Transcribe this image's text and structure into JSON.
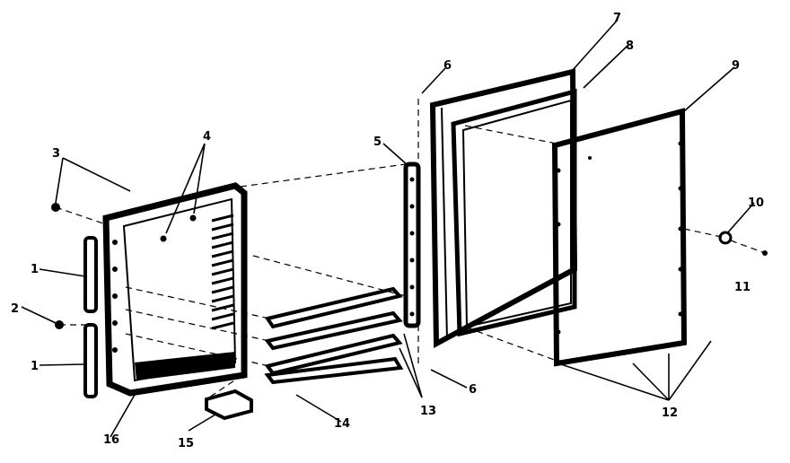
{
  "diagram": {
    "callouts": [
      {
        "id": "c1a",
        "label": "1"
      },
      {
        "id": "c1b",
        "label": "1"
      },
      {
        "id": "c2",
        "label": "2"
      },
      {
        "id": "c3",
        "label": "3"
      },
      {
        "id": "c4",
        "label": "4"
      },
      {
        "id": "c5",
        "label": "5"
      },
      {
        "id": "c6a",
        "label": "6"
      },
      {
        "id": "c6b",
        "label": "6"
      },
      {
        "id": "c7",
        "label": "7"
      },
      {
        "id": "c8",
        "label": "8"
      },
      {
        "id": "c9",
        "label": "9"
      },
      {
        "id": "c10",
        "label": "10"
      },
      {
        "id": "c11",
        "label": "11"
      },
      {
        "id": "c12",
        "label": "12"
      },
      {
        "id": "c13",
        "label": "13"
      },
      {
        "id": "c14",
        "label": "14"
      },
      {
        "id": "c15",
        "label": "15"
      },
      {
        "id": "c16",
        "label": "16"
      }
    ]
  }
}
